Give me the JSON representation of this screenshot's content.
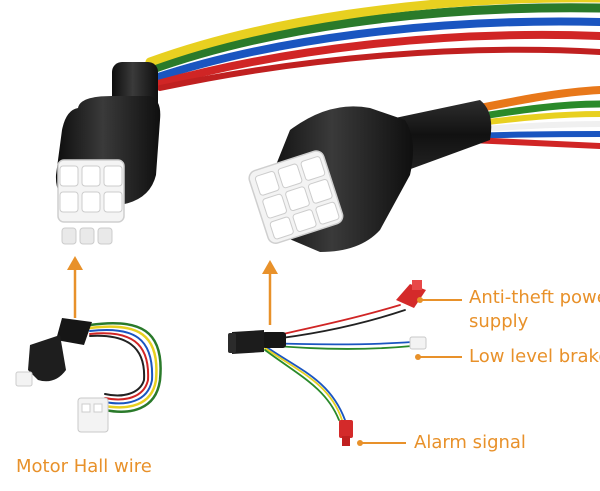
{
  "labels": {
    "anti_theft_line1": "Anti-theft power",
    "anti_theft_line2": "supply",
    "low_level_brakes": "Low level brakes",
    "alarm_signal": "Alarm signal",
    "motor_hall_wire": "Motor Hall wire"
  },
  "colors": {
    "accent": "#e8912a",
    "connector_body": "#1c1c1c",
    "connector_pins": "#f2f2f2",
    "background": "#ffffff"
  }
}
